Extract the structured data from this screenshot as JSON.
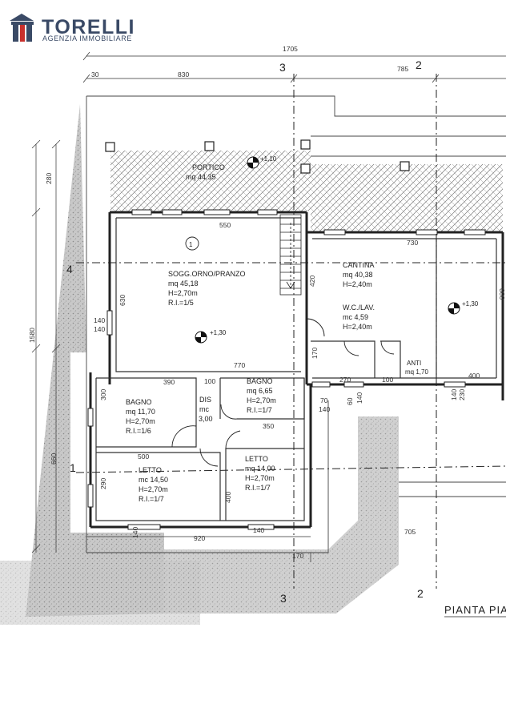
{
  "brand": {
    "name": "TORELLI",
    "tagline": "AGENZIA IMMOBILIARE",
    "color_primary": "#3a4a66",
    "color_accent": "#c9302c",
    "logo_icon": "house-letter-t-icon"
  },
  "plan": {
    "title": "PIANTA PIA",
    "axes": {
      "a1": "1",
      "a2": "2",
      "a3": "3",
      "a4": "4"
    },
    "dims": {
      "total_width": "1705",
      "left_30": "30",
      "top_830": "830",
      "top_785": "785",
      "left_280": "280",
      "left_1580": "1580",
      "left_660": "660",
      "d550": "550",
      "d630": "630",
      "d770": "770",
      "d140a": "140",
      "d140b": "140",
      "d390": "390",
      "d100": "100",
      "d300": "300",
      "d500": "500",
      "d290": "290",
      "d400a": "400",
      "d350": "350",
      "d920": "920",
      "d140c": "140",
      "d140d": "140",
      "d170": "170",
      "d730": "730",
      "d420": "420",
      "d600": "600",
      "d270": "270",
      "d100b": "100",
      "d400b": "400",
      "d705": "705",
      "d170b": "170",
      "d70": "70",
      "d140e": "140",
      "d60": "60",
      "d140f": "140",
      "d140g": "140",
      "d230": "230"
    },
    "rooms": {
      "portico": {
        "name": "PORTICO",
        "area": "mq 44,35",
        "level": "+1,10"
      },
      "soggiorno": {
        "name": "SOGG.ORNO/PRANZO",
        "area": "mq 45,18",
        "height": "H=2,70m",
        "ratio": "R.I.=1/5",
        "level": "+1,30",
        "number": "1"
      },
      "cantina": {
        "name": "CANTINA",
        "area": "mq 40,38",
        "height": "H=2,40m",
        "level": "+1,30"
      },
      "wc": {
        "name": "W.C./LAV.",
        "area": "mc 4,59",
        "height": "H=2,40m"
      },
      "anti": {
        "name": "ANTI",
        "area": "mq 1,70"
      },
      "bagno1": {
        "name": "BAGNO",
        "area": "mq 11,70",
        "height": "H=2,70m",
        "ratio": "R.I.=1/6"
      },
      "dis": {
        "name": "DIS",
        "area_label": "mc",
        "area": "3,00"
      },
      "bagno2": {
        "name": "BAGNO",
        "area": "mq 6,65",
        "height": "H=2,70m",
        "ratio": "R.I.=1/7"
      },
      "letto1": {
        "name": "LETTO",
        "area": "mc 14,50",
        "height": "H=2,70m",
        "ratio": "R.I.=1/7"
      },
      "letto2": {
        "name": "LETTO",
        "area": "mq 14,00",
        "height": "H=2,70m",
        "ratio": "R.I.=1/7"
      }
    }
  }
}
